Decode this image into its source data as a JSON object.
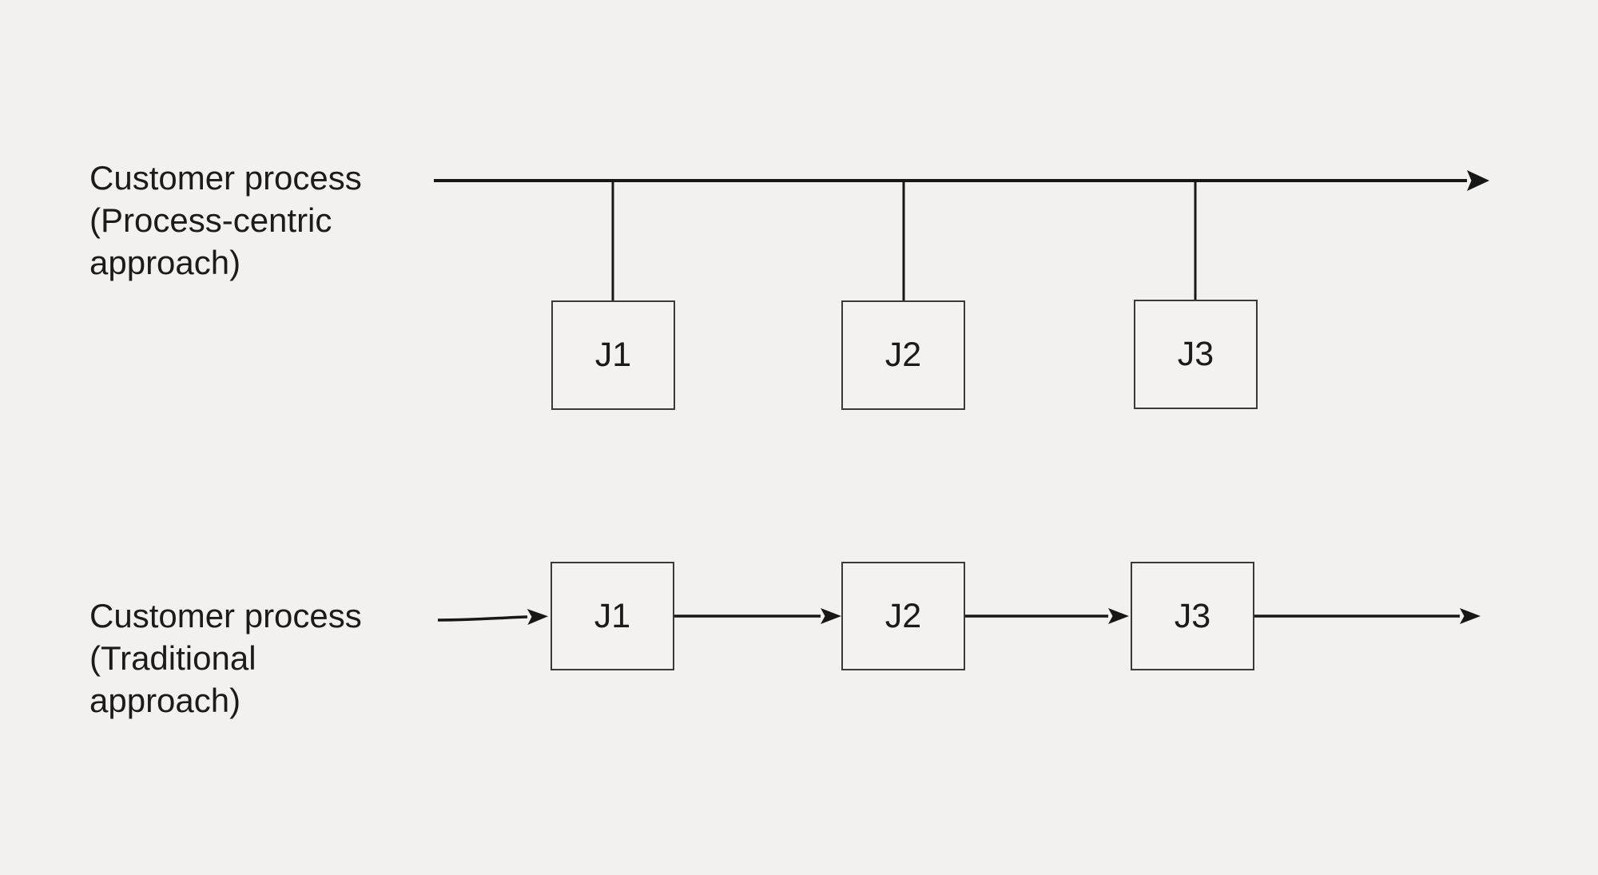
{
  "colors": {
    "background": "#f2f1ef",
    "ink": "#171717",
    "box_border": "#3a3a3a",
    "text": "#1b1b1b"
  },
  "top": {
    "label": "Customer process\n(Process-centric\napproach)",
    "boxes": [
      {
        "label": "J1"
      },
      {
        "label": "J2"
      },
      {
        "label": "J3"
      }
    ]
  },
  "bottom": {
    "label": "Customer process\n(Traditional\napproach)",
    "boxes": [
      {
        "label": "J1"
      },
      {
        "label": "J2"
      },
      {
        "label": "J3"
      }
    ]
  }
}
